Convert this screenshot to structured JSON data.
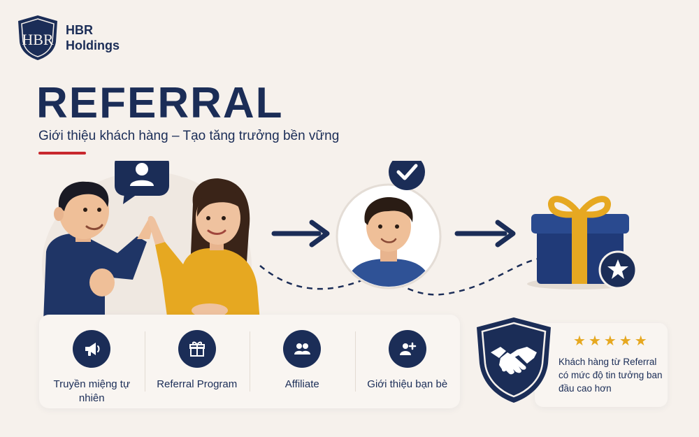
{
  "logo": {
    "monogram": "HBR",
    "line1": "HBR",
    "line2": "Holdings"
  },
  "title": "REFERRAL",
  "subtitle": "Giới thiệu khách hàng – Tạo tăng trưởng bền vững",
  "colors": {
    "navy": "#1b2d57",
    "accent_red": "#c8282e",
    "gold": "#e6a820",
    "background": "#f6f1ec"
  },
  "features": [
    {
      "icon": "megaphone-icon",
      "label": "Truyền miệng tự nhiên"
    },
    {
      "icon": "gift-icon",
      "label": "Referral Program"
    },
    {
      "icon": "users-icon",
      "label": "Affiliate"
    },
    {
      "icon": "user-plus-icon",
      "label": "Giới thiệu bạn bè"
    }
  ],
  "trust": {
    "rating": 5,
    "stars": "★★★★★",
    "text": "Khách hàng từ Referral có mức độ tin tưởng ban đầu cao hơn"
  }
}
